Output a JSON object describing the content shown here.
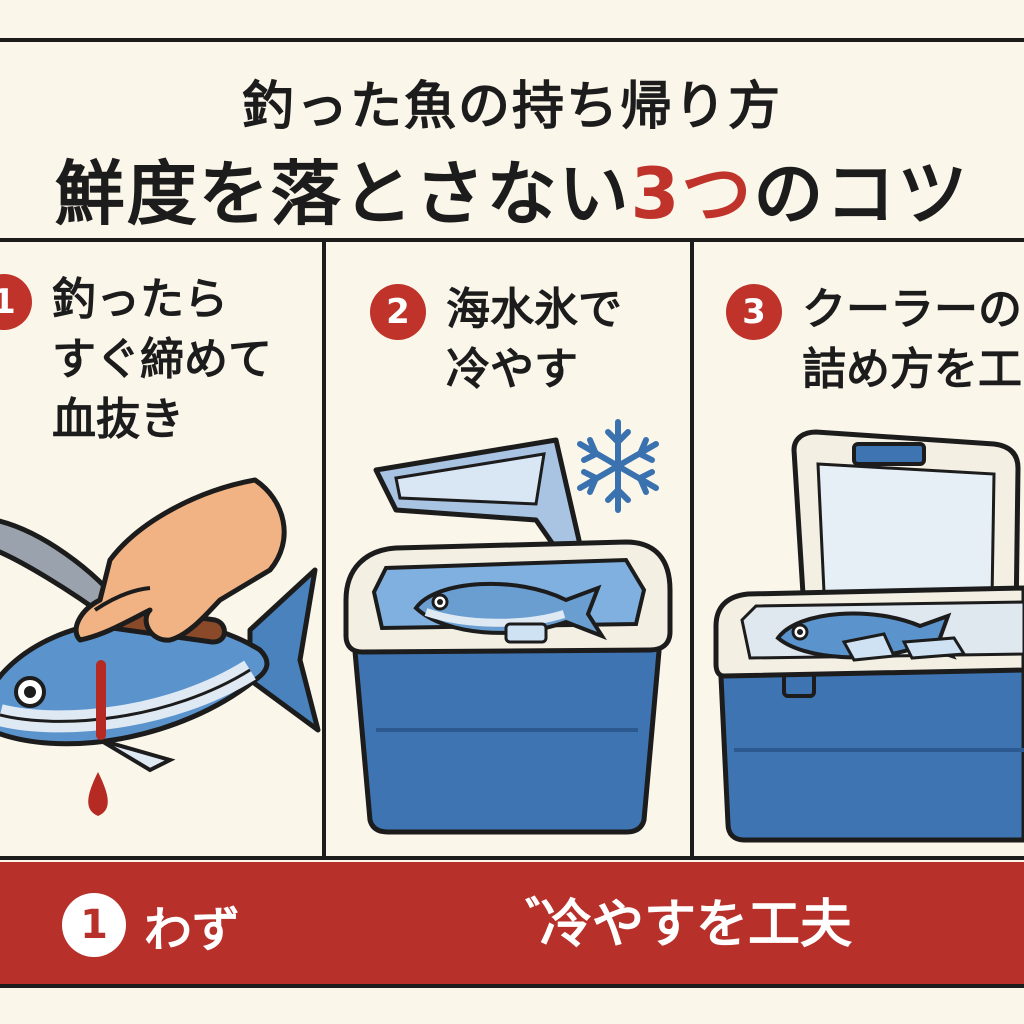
{
  "header": {
    "title_line1": "釣った魚の持ち帰り方",
    "title_line2_before": "鮮度を落とさない",
    "title_line2_accent": "3つ",
    "title_line2_after": "のコツ"
  },
  "panels": [
    {
      "badge": "1",
      "lines": [
        "釣ったら",
        "すぐ締めて",
        "血抜き"
      ]
    },
    {
      "badge": "2",
      "lines": [
        "海水氷で",
        "冷やす"
      ]
    },
    {
      "badge": "3",
      "lines": [
        "クーラーの",
        "詰め方を工"
      ]
    }
  ],
  "footer": {
    "badge": "1",
    "left_text": "わず",
    "right_text": "゙冷やすを工夫"
  },
  "icons": {
    "panel1": "knife-hand-fish-illustration",
    "panel2": "cooler-seawater-ice-illustration",
    "panel2_extra": "snowflake-icon",
    "panel3": "cooler-packed-fish-illustration"
  },
  "colors": {
    "accent": "#c0332a",
    "footer": "#b8302a",
    "cooler": "#3f74b3",
    "background": "#fbf6ea"
  }
}
